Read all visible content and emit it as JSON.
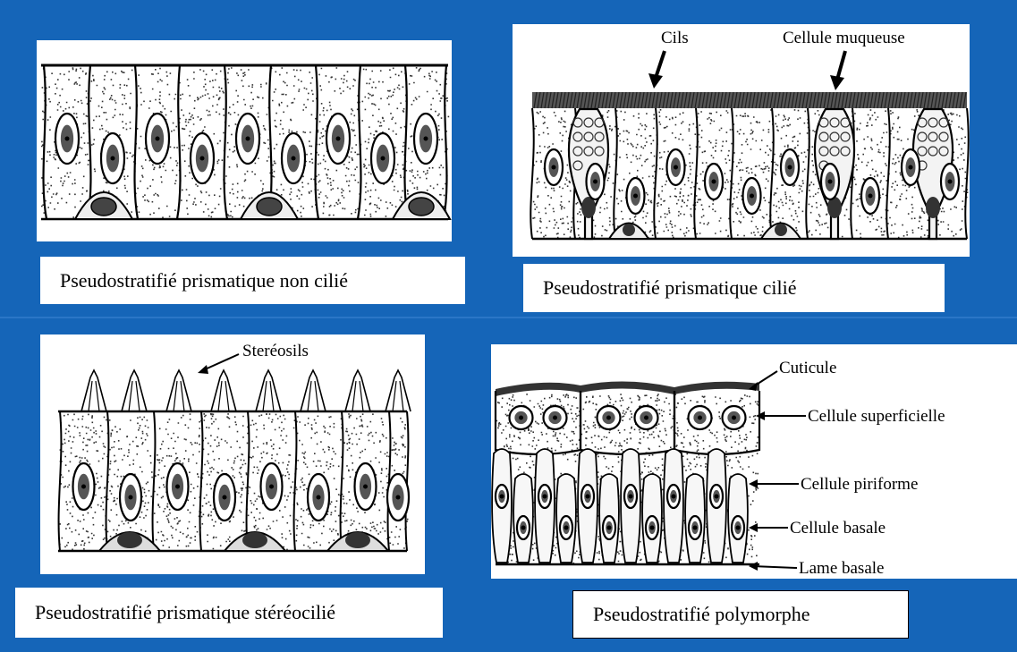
{
  "panels": {
    "non_cilie": {
      "caption": "Pseudostratifié prismatique non cilié"
    },
    "cilie": {
      "caption": "Pseudostratifié prismatique cilié",
      "labels": {
        "cils": "Cils",
        "muqueuse": "Cellule muqueuse"
      }
    },
    "stereocilie": {
      "caption": "Pseudostratifié prismatique stéréocilié",
      "labels": {
        "stereosils": "Steréosils"
      }
    },
    "polymorphe": {
      "caption": "Pseudostratifié polymorphe",
      "labels": {
        "cuticule": "Cuticule",
        "superficielle": "Cellule superficielle",
        "piriforme": "Cellule piriforme",
        "basale": "Cellule basale",
        "lame": "Lame basale"
      }
    }
  },
  "colors": {
    "background": "#1565b8",
    "panel": "#ffffff",
    "ink": "#000000"
  }
}
